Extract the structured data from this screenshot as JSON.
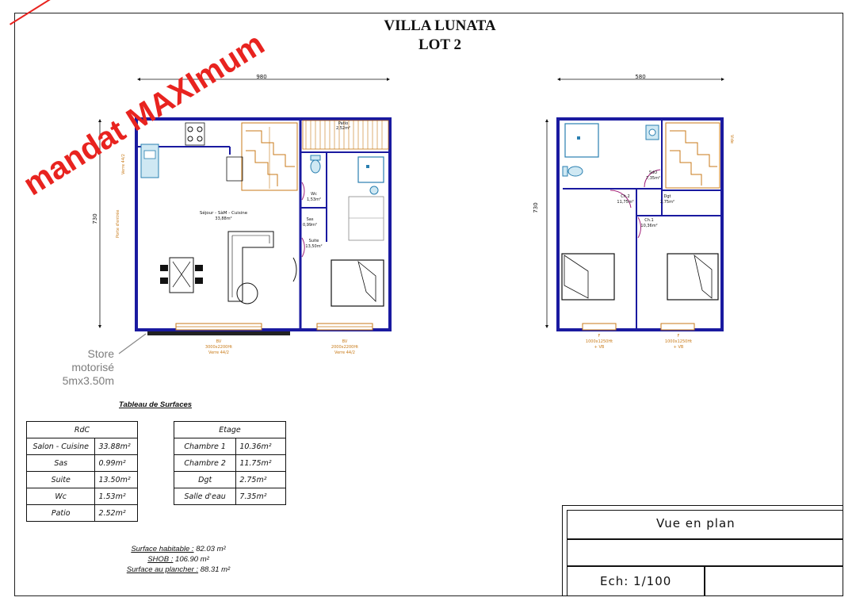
{
  "header": {
    "title": "VILLA LUNATA",
    "lot": "LOT 2"
  },
  "watermark": {
    "text": "mandat MAXImum",
    "color": "#e8231f"
  },
  "ground_plan": {
    "dim_width": "980",
    "dim_height": "730",
    "rooms": {
      "main": "Séjour - SàM - Cuisine",
      "main_area": "33,88m²",
      "wc": "Wc",
      "wc_area": "1,53m²",
      "sas": "Sas",
      "sas_area": "0,99m²",
      "suite": "Suite",
      "suite_area": "13,50m²",
      "patio": "Patio",
      "patio_area": "2,52m²"
    },
    "window_main": "BV",
    "window_main_size": "3000x2200Ht",
    "window_main_glass": "Verre 44/2",
    "window_suite": "BV",
    "window_suite_size": "2000x2200Ht",
    "window_suite_glass": "Verre 44/2",
    "side_label": "Porte d'entrée",
    "store_line1": "Store",
    "store_line2": "motorisé",
    "store_line3": "5mx3.50m"
  },
  "upper_plan": {
    "dim_width": "580",
    "dim_height": "730",
    "rooms": {
      "sdo": "SdO",
      "sdo_area": "7,35m²",
      "ch2": "Ch.2",
      "ch2_area": "11,75m²",
      "dgt": "Dgt",
      "dgt_area": "2,75m²",
      "ch1": "Ch.1",
      "ch1_area": "10,36m²"
    },
    "window_1": "F",
    "window_1_size": "1000x1250Ht",
    "window_1_extra": "+ VB",
    "window_2": "F",
    "window_2_size": "1000x1250Ht",
    "window_2_extra": "+ VB",
    "side_label": "Vide"
  },
  "surfaces": {
    "caption": "Tableau de Surfaces",
    "rdc": {
      "header": "RdC",
      "rows": [
        {
          "label": "Salon - Cuisine",
          "value": "33.88m²"
        },
        {
          "label": "Sas",
          "value": "0.99m²"
        },
        {
          "label": "Suite",
          "value": "13.50m²"
        },
        {
          "label": "Wc",
          "value": "1.53m²"
        },
        {
          "label": "Patio",
          "value": "2.52m²"
        }
      ]
    },
    "etage": {
      "header": "Etage",
      "rows": [
        {
          "label": "Chambre 1",
          "value": "10.36m²"
        },
        {
          "label": "Chambre 2",
          "value": "11.75m²"
        },
        {
          "label": "Dgt",
          "value": "2.75m²"
        },
        {
          "label": "Salle d'eau",
          "value": "7.35m²"
        }
      ]
    },
    "habitable_label": "Surface habitable :",
    "habitable_value": "82.03 m²",
    "shob_label": "SHOB :",
    "shob_value": "106.90 m²",
    "plancher_label": "Surface au plancher :",
    "plancher_value": "88.31 m²"
  },
  "title_block": {
    "view": "Vue en plan",
    "scale": "Ech: 1/100"
  }
}
